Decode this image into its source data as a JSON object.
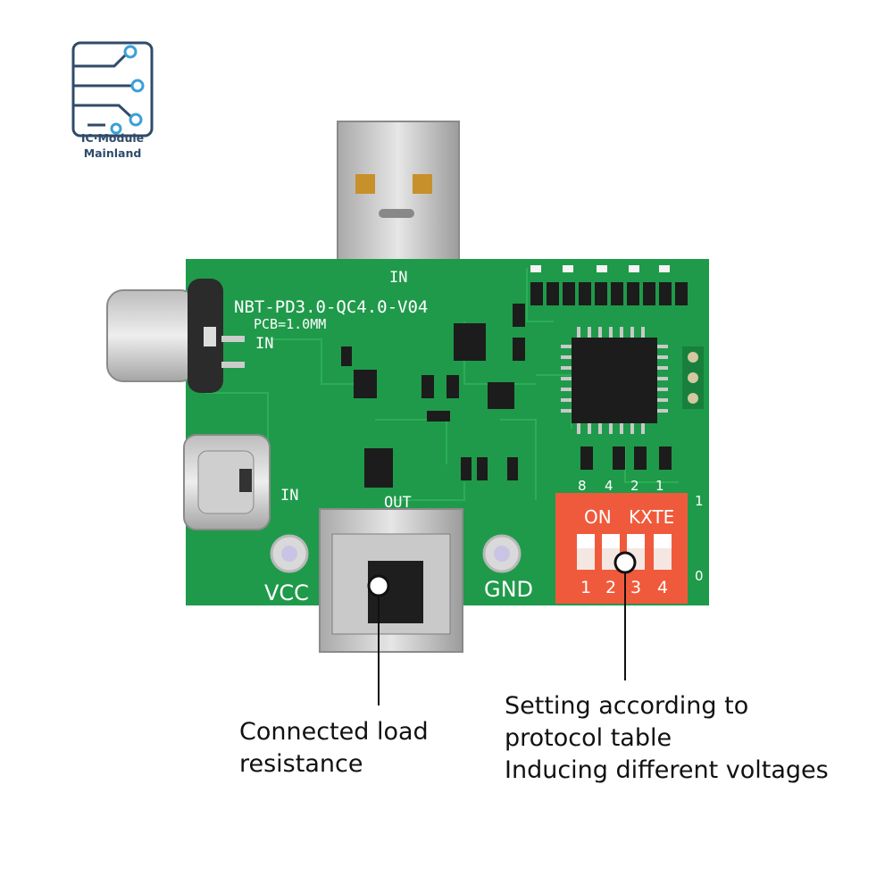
{
  "logo": {
    "icon": "circuit-board-icon",
    "line1": "IC·Module",
    "line2": "Mainland"
  },
  "board": {
    "model": "NBT-PD3.0-QC4.0-V04",
    "pcb": "PCB=1.0MM",
    "in_top": "IN",
    "in_typec_1": "IN",
    "in_typec_2": "IN",
    "out": "OUT",
    "vcc": "VCC",
    "gnd": "GND",
    "dip": {
      "on_label": "ON",
      "brand": "KXTE",
      "weights": [
        "8",
        "4",
        "2",
        "1"
      ],
      "switch_numbers": [
        "1",
        "2",
        "3",
        "4"
      ],
      "level_high": "1",
      "level_low": "0"
    }
  },
  "callouts": {
    "load": [
      "Connected load",
      "resistance"
    ],
    "setting": [
      "Setting according to",
      "protocol table",
      "Inducing different voltages"
    ]
  },
  "colors": {
    "pcb": "#1f9a4a",
    "dip_switch": "#f05a3c",
    "logo": "#2f4b6a"
  }
}
